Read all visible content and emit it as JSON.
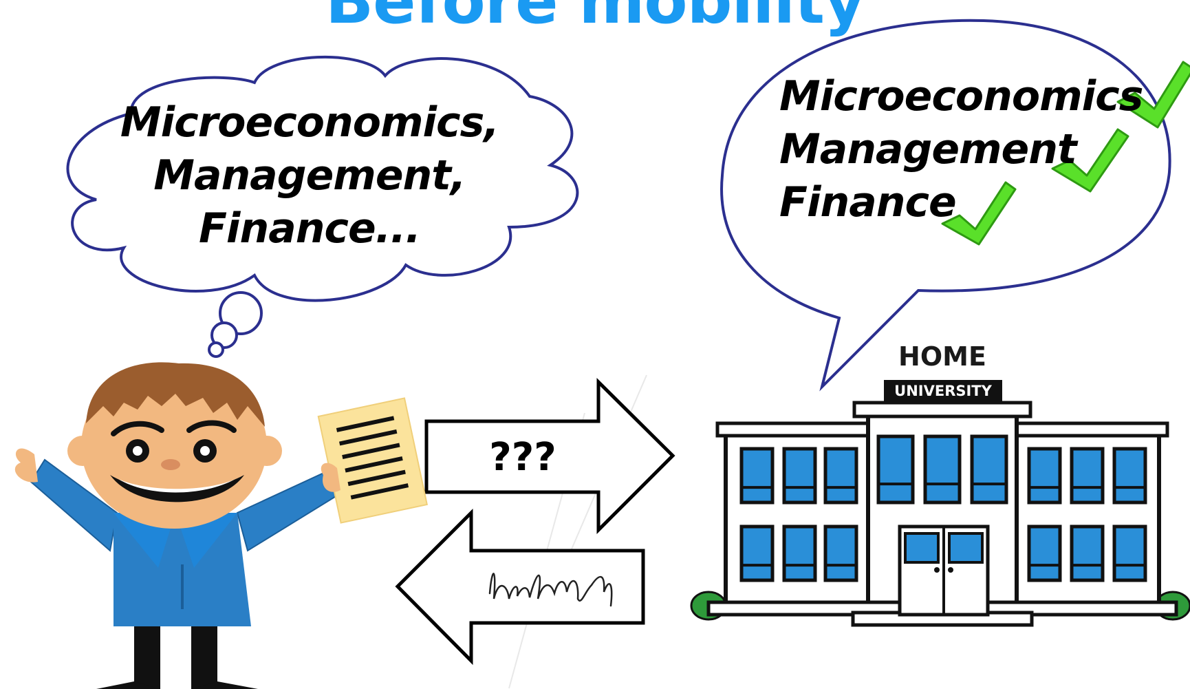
{
  "title": "Before mobility",
  "thought_bubble": {
    "lines": [
      "Microeconomics,",
      "Management,",
      "Finance..."
    ]
  },
  "speech_bubble": {
    "lines": [
      "Microeconomics",
      "Management",
      "Finance"
    ],
    "check_icon": "checkmark-icon"
  },
  "request_arrow": {
    "label": "???"
  },
  "return_arrow": {
    "content": "signature"
  },
  "building": {
    "sign_top": "HOME",
    "sign_bottom": "UNIVERSITY"
  },
  "colors": {
    "title": "#1a9af2",
    "bubble_outline": "#2b2f8f",
    "check": "#5ae02a",
    "window_blue": "#2a8fd8",
    "shirt": "#2a7fc6",
    "skin": "#f2b880",
    "hair": "#9b5d2e",
    "paper": "#fbe39c"
  }
}
